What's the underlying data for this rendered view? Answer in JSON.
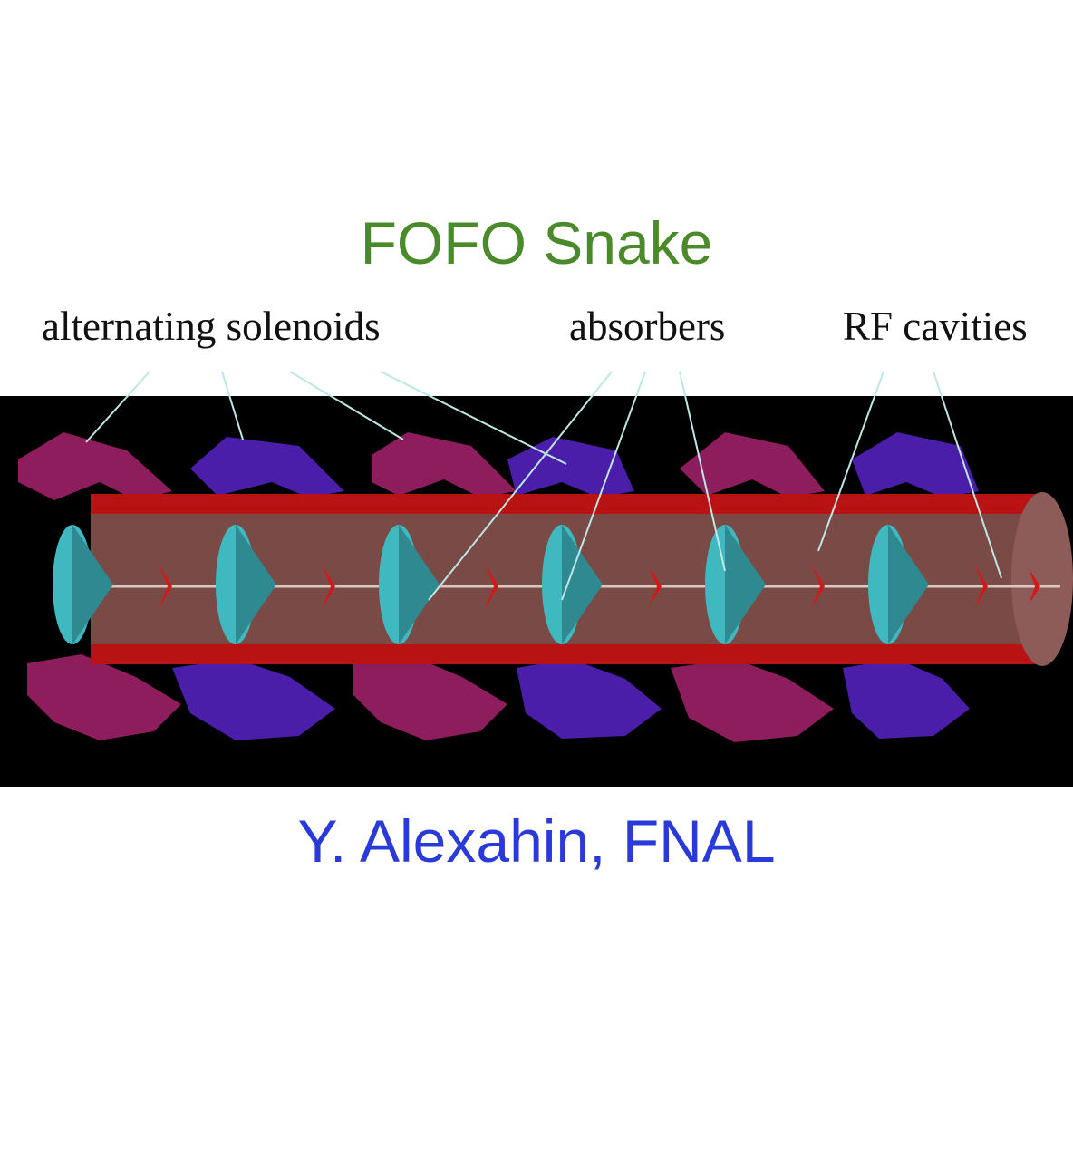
{
  "title": "FOFO Snake",
  "labels": {
    "solenoids": "alternating solenoids",
    "absorbers": "absorbers",
    "rf_cavities": "RF cavities"
  },
  "credit": "Y. Alexahin, FNAL",
  "colors": {
    "title": "#4a8a2a",
    "credit": "#2a3ad8",
    "background": "#000000",
    "solenoid_magenta": "#8e1d5e",
    "solenoid_purple": "#4a1ea8",
    "cavity_body": "#7a4a46",
    "cavity_ring": "#b81212",
    "absorber": "#3fb9bf",
    "leader_line": "#bfe6e6"
  }
}
